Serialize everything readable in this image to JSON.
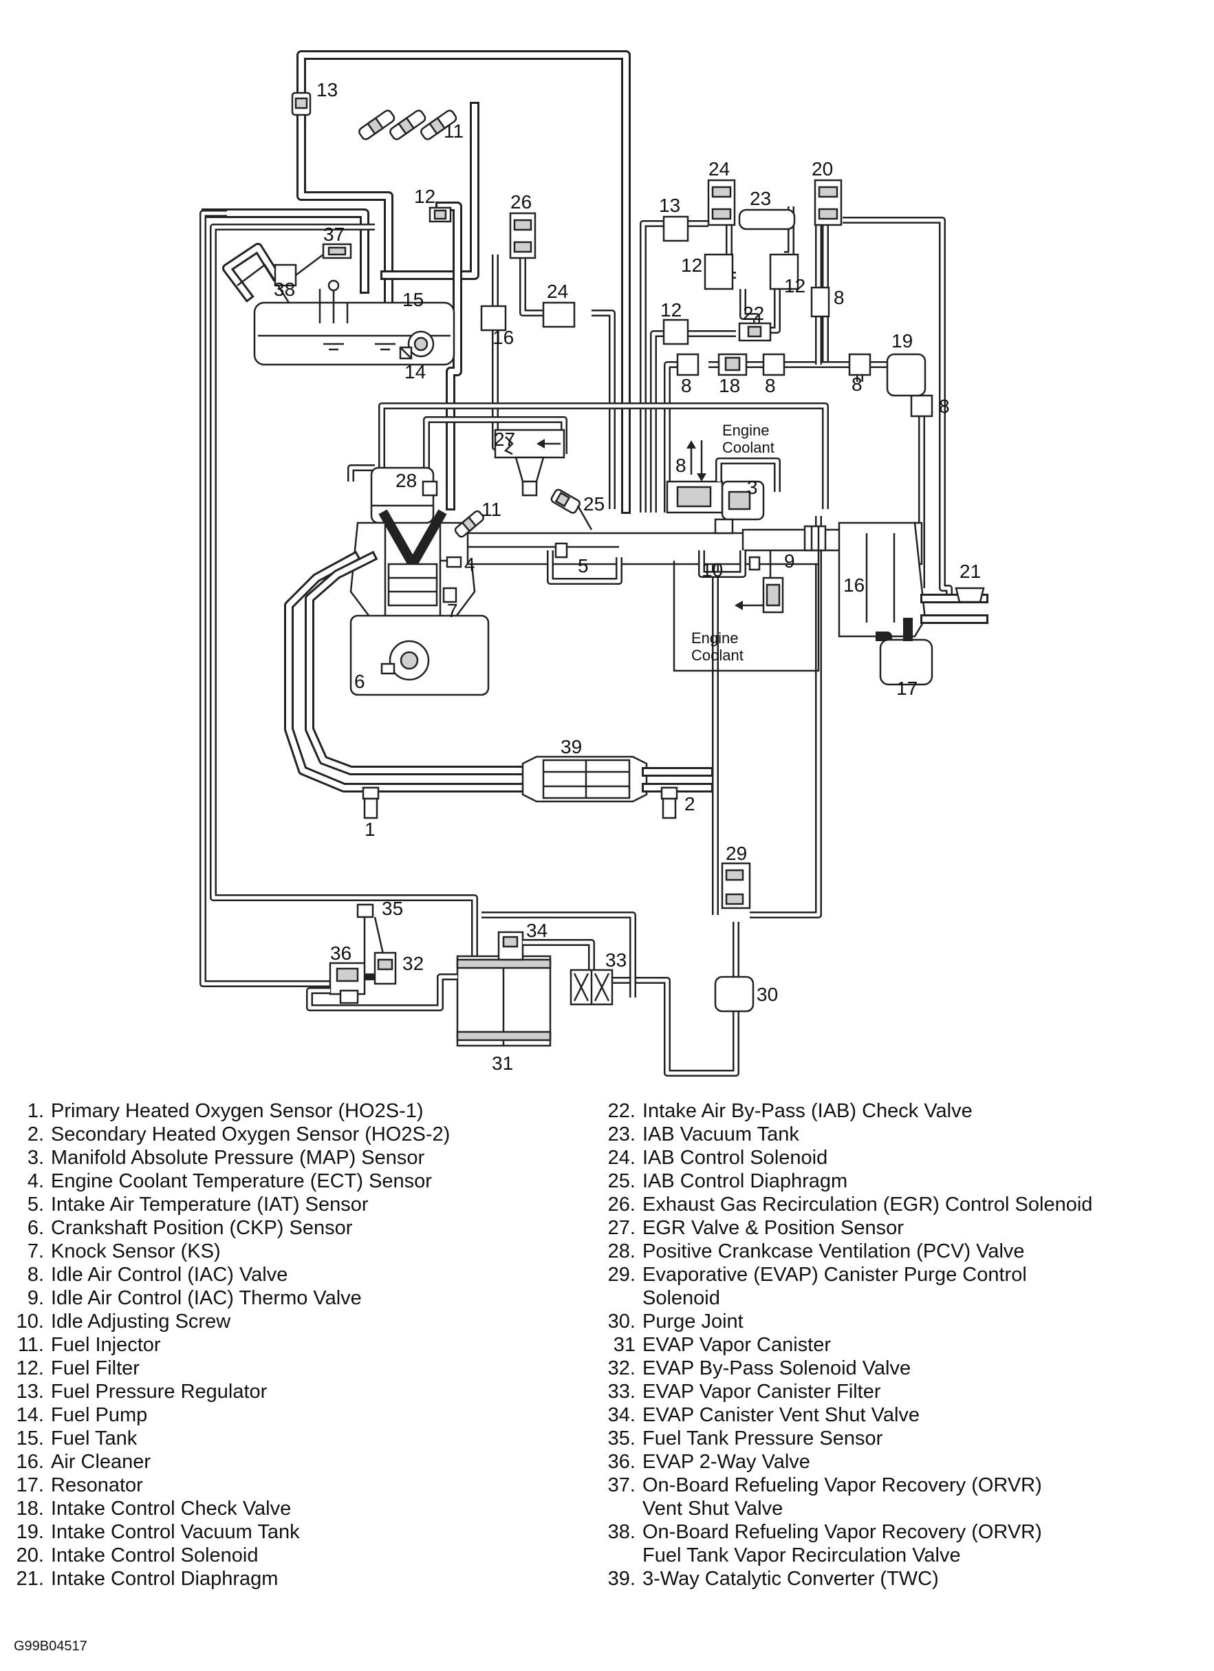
{
  "diagram": {
    "callouts": {
      "c1": "1",
      "c2": "2",
      "c3": "3",
      "c4": "4",
      "c5": "5",
      "c6": "6",
      "c7": "7",
      "c8a": "8",
      "c8b": "8",
      "c8c": "8",
      "c8d": "8",
      "c8e": "8",
      "c8f": "8",
      "c9": "9",
      "c10": "10",
      "c11a": "11",
      "c11b": "11",
      "c12a": "12",
      "c12b": "12",
      "c12c": "12",
      "c12d": "12",
      "c13a": "13",
      "c13b": "13",
      "c14": "14",
      "c15": "15",
      "c16a": "16",
      "c16b": "16",
      "c17": "17",
      "c18": "18",
      "c19": "19",
      "c20": "20",
      "c21": "21",
      "c22": "22",
      "c23": "23",
      "c24a": "24",
      "c24b": "24",
      "c25": "25",
      "c26": "26",
      "c27": "27",
      "c28": "28",
      "c29": "29",
      "c30": "30",
      "c31": "31",
      "c32": "32",
      "c33": "33",
      "c34": "34",
      "c35": "35",
      "c36": "36",
      "c37": "37",
      "c38": "38",
      "c39": "39"
    },
    "notes": {
      "coolant_top_1": "Engine",
      "coolant_top_2": "Coolant",
      "coolant_bottom_1": "Engine",
      "coolant_bottom_2": "Coolant"
    }
  },
  "legend_left": [
    {
      "num": "1.",
      "text": "Primary Heated Oxygen Sensor (HO2S-1)"
    },
    {
      "num": "2.",
      "text": "Secondary Heated Oxygen Sensor (HO2S-2)"
    },
    {
      "num": "3.",
      "text": "Manifold Absolute Pressure (MAP) Sensor"
    },
    {
      "num": "4.",
      "text": "Engine Coolant Temperature (ECT) Sensor"
    },
    {
      "num": "5.",
      "text": "Intake Air Temperature (IAT) Sensor"
    },
    {
      "num": "6.",
      "text": "Crankshaft Position (CKP) Sensor"
    },
    {
      "num": "7.",
      "text": "Knock Sensor (KS)"
    },
    {
      "num": "8.",
      "text": "Idle Air Control (IAC) Valve"
    },
    {
      "num": "9.",
      "text": "Idle Air Control (IAC) Thermo Valve"
    },
    {
      "num": "10.",
      "text": "Idle Adjusting Screw"
    },
    {
      "num": "11.",
      "text": "Fuel Injector"
    },
    {
      "num": "12.",
      "text": "Fuel Filter"
    },
    {
      "num": "13.",
      "text": "Fuel Pressure Regulator"
    },
    {
      "num": "14.",
      "text": "Fuel Pump"
    },
    {
      "num": "15.",
      "text": "Fuel Tank"
    },
    {
      "num": "16.",
      "text": "Air Cleaner"
    },
    {
      "num": "17.",
      "text": "Resonator"
    },
    {
      "num": "18.",
      "text": "Intake Control Check Valve"
    },
    {
      "num": "19.",
      "text": "Intake Control Vacuum Tank"
    },
    {
      "num": "20.",
      "text": "Intake Control Solenoid"
    },
    {
      "num": "21.",
      "text": "Intake Control Diaphragm"
    }
  ],
  "legend_right": [
    {
      "num": "22.",
      "text": "Intake Air By-Pass (IAB) Check Valve"
    },
    {
      "num": "23.",
      "text": "IAB Vacuum Tank"
    },
    {
      "num": "24.",
      "text": "IAB Control Solenoid"
    },
    {
      "num": "25.",
      "text": "IAB Control Diaphragm"
    },
    {
      "num": "26.",
      "text": "Exhaust Gas Recirculation (EGR) Control Solenoid"
    },
    {
      "num": "27.",
      "text": "EGR Valve & Position Sensor"
    },
    {
      "num": "28.",
      "text": "Positive Crankcase Ventilation (PCV) Valve"
    },
    {
      "num": "29.",
      "text": "Evaporative (EVAP) Canister Purge Control"
    },
    {
      "num": "",
      "text": "Solenoid"
    },
    {
      "num": "30.",
      "text": "Purge Joint"
    },
    {
      "num": "31",
      "text": "EVAP Vapor Canister"
    },
    {
      "num": "32.",
      "text": "EVAP By-Pass Solenoid Valve"
    },
    {
      "num": "33.",
      "text": "EVAP Vapor Canister Filter"
    },
    {
      "num": "34.",
      "text": "EVAP Canister Vent Shut Valve"
    },
    {
      "num": "35.",
      "text": "Fuel Tank Pressure Sensor"
    },
    {
      "num": "36.",
      "text": "EVAP 2-Way Valve"
    },
    {
      "num": "37.",
      "text": "On-Board Refueling Vapor Recovery (ORVR)"
    },
    {
      "num": "",
      "text": "Vent Shut Valve"
    },
    {
      "num": "38.",
      "text": "On-Board Refueling Vapor Recovery (ORVR)"
    },
    {
      "num": "",
      "text": "Fuel Tank Vapor Recirculation Valve"
    },
    {
      "num": "39.",
      "text": "3-Way Catalytic Converter (TWC)"
    }
  ],
  "figure_code": "G99B04517"
}
